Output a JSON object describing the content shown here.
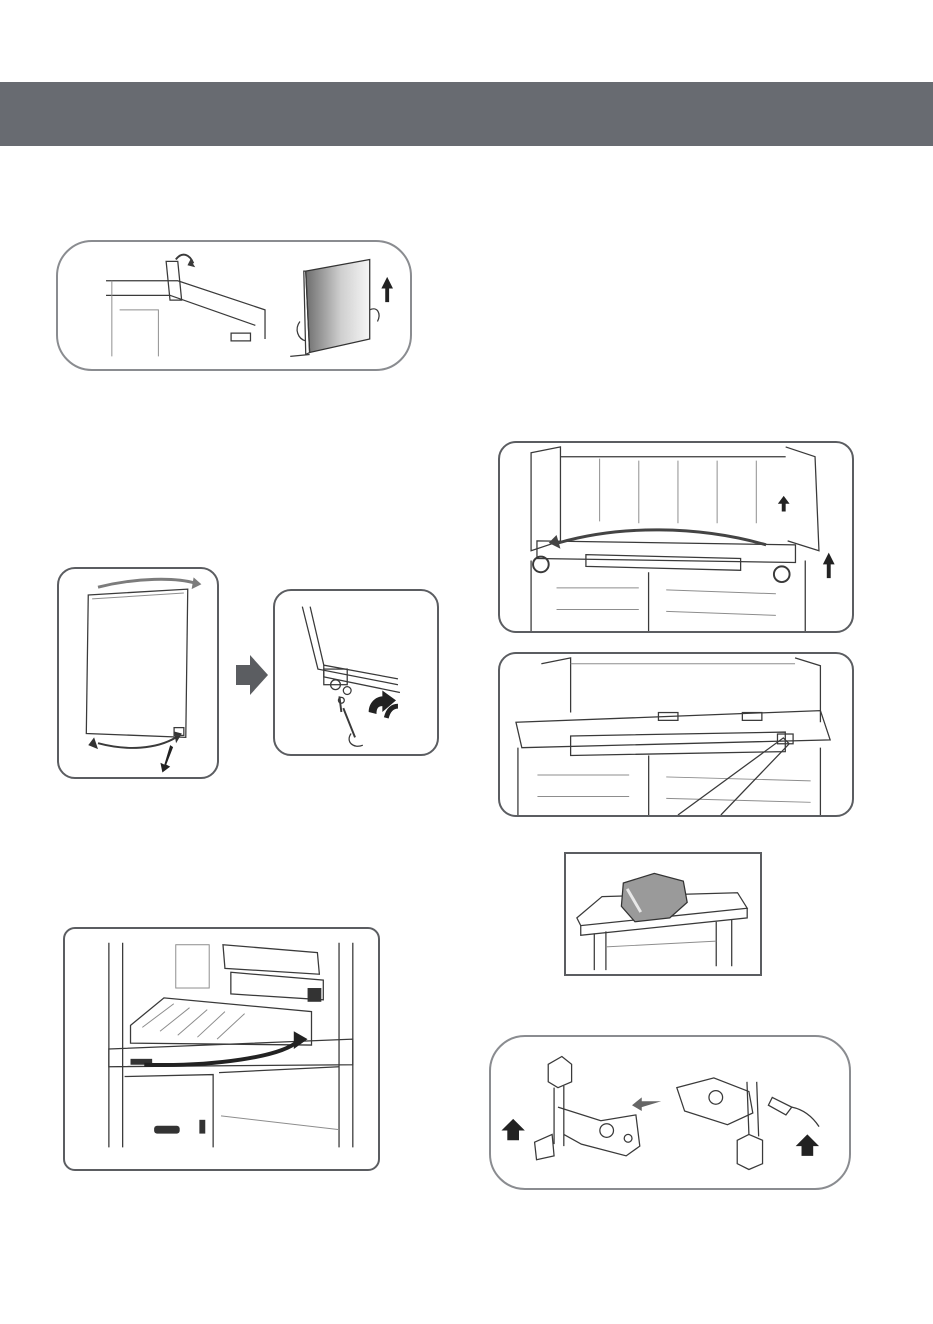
{
  "page": {
    "header_band_color": "#686b71",
    "frame_color": "#5b5d61",
    "accent_arrow_color": "#222222"
  },
  "figures": [
    {
      "name": "remove-top-door",
      "icons": [
        "hinge-cover-icon",
        "door-panel-icon",
        "up-arrow-icon",
        "hands-icon"
      ]
    },
    {
      "name": "swing-door-open",
      "icons": [
        "door-icon",
        "curved-arrow-icon",
        "down-arrow-icon"
      ]
    },
    {
      "name": "lower-hinge-detail",
      "icons": [
        "screwdriver-icon",
        "hinge-bracket-icon",
        "up-arrow-icon"
      ]
    },
    {
      "name": "fridge-interior-shelf",
      "icons": [
        "shelf-icon",
        "drawer-rail-icon",
        "curved-arrow-icon"
      ]
    },
    {
      "name": "top-hinge-view",
      "icons": [
        "cabinet-top-icon",
        "screw-icon",
        "curved-arrow-icon",
        "up-arrow-icon"
      ]
    },
    {
      "name": "hinge-cover-view",
      "icons": [
        "cabinet-top-icon",
        "cover-icon"
      ]
    },
    {
      "name": "parts-bag-on-table",
      "icons": [
        "parts-bag-icon",
        "table-icon"
      ]
    },
    {
      "name": "hinge-pin-swap",
      "icons": [
        "hinge-pin-icon",
        "wrench-icon",
        "left-arrow-icon",
        "up-arrow-icon"
      ]
    }
  ]
}
